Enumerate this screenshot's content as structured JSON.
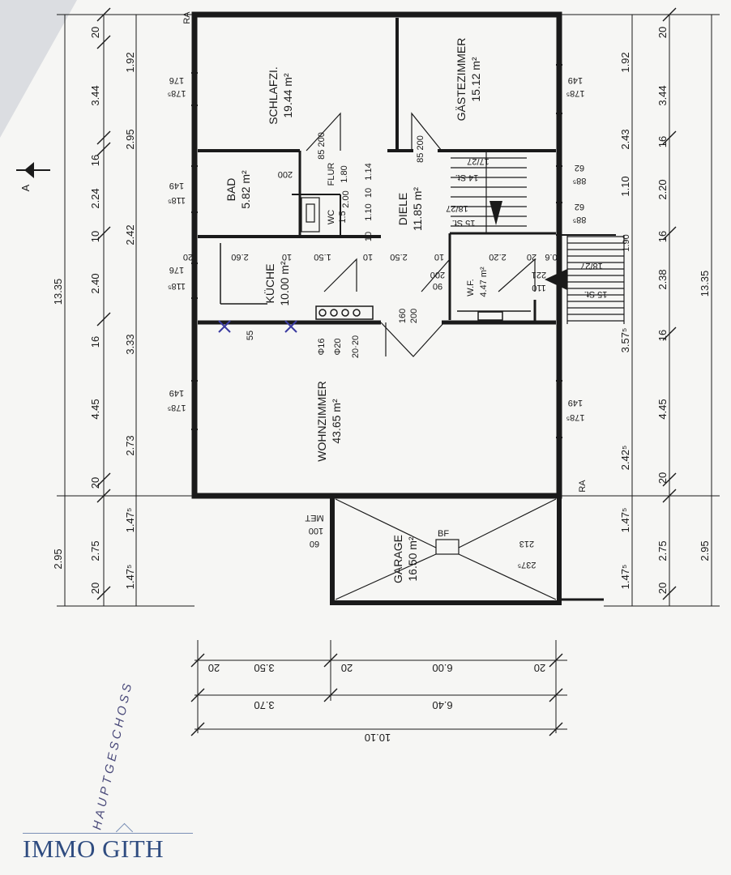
{
  "rooms": {
    "schlafzi": {
      "name": "SCHLAFZI.",
      "area": "19.44 m²"
    },
    "gaestezimmer": {
      "name": "GÄSTEZIMMER",
      "area": "15.12 m²"
    },
    "bad": {
      "name": "BAD",
      "area": "5.82 m²"
    },
    "wc": {
      "name": "WC",
      "area": "1.5"
    },
    "flur": {
      "name": "FLUR",
      "area": "1.80"
    },
    "diele": {
      "name": "DIELE",
      "area": "11.85 m²"
    },
    "kueche": {
      "name": "KÜCHE",
      "area": "10.00 m²"
    },
    "wf": {
      "name": "W.F.",
      "area": "4.47 m²"
    },
    "wohnzimmer": {
      "name": "WOHNZIMMER",
      "area": "43.65 m²"
    },
    "garage": {
      "name": "GARAGE",
      "area": "16.50 m²"
    }
  },
  "markers": {
    "ra_top": "RA",
    "ra_right": "RA",
    "section_a": "A",
    "bf": "BF",
    "met": "MET"
  },
  "left_dims": [
    "20",
    "1.92",
    "3.44",
    "2.95",
    "16",
    "2.24",
    "10",
    "2.42",
    "2.40",
    "16",
    "3.33",
    "4.45",
    "2.73",
    "20",
    "1.47⁵",
    "2.75",
    "1.47⁵",
    "20"
  ],
  "left_totals": {
    "main": "13.35",
    "garage": "2.95"
  },
  "right_dims": [
    "20",
    "1.92",
    "3.44",
    "2.43",
    "16",
    "2.20",
    "1.10",
    "16",
    "1.90",
    "2.38",
    "16",
    "3.57⁵",
    "4.45",
    "2.42⁵",
    "20",
    "1.47⁵",
    "2.75",
    "1.47⁵",
    "20"
  ],
  "right_totals": {
    "main": "13.35",
    "garage": "2.95"
  },
  "window_dims": {
    "l1a": "176",
    "l1b": "178⁵",
    "l2a": "149",
    "l2b": "118⁵",
    "l3a": "176",
    "l3b": "118⁵",
    "l4a": "149",
    "l4b": "178⁵",
    "r1a": "149",
    "r1b": "178⁵",
    "r2a": "149",
    "r2b": "178⁵",
    "r3a": "62",
    "r3b": "88⁵",
    "r4a": "62",
    "r4b": "88⁵"
  },
  "door_dims": {
    "flur": "85 200",
    "diele": "85 200",
    "bad_door": "200",
    "diele_wc": "2.00",
    "wf_door": "200",
    "wf_lower": "90",
    "diele_bottom_a": "160",
    "diele_bottom_b": "200",
    "garage_a": "100",
    "garage_b": "60",
    "garage_r1": "213",
    "garage_r2": "237⁵",
    "stair_a": "221",
    "stair_b": "110",
    "kueche_small": "55"
  },
  "stairs": {
    "upper": "14 St.",
    "upper_b": "17/27",
    "lower": "15 St.",
    "lower_b": "18/27",
    "right": "15 St.",
    "right_b": "18/27"
  },
  "interior_dims": {
    "row": [
      "20",
      "2.60",
      "10",
      "1.50",
      "10",
      "2.50",
      "10",
      "2.20",
      "20",
      "0.6"
    ],
    "diele_v": [
      "10",
      "1.10",
      "10",
      "1.14"
    ]
  },
  "kitchen": {
    "pipe1": "Φ16",
    "pipe2": "Φ20",
    "pipe3": "20·20"
  },
  "bottom_dims": {
    "row1": [
      "20",
      "3.50",
      "20",
      "6.00",
      "20"
    ],
    "row2": [
      "3.70",
      "6.40"
    ],
    "row3": "10.10"
  },
  "floor_label": "HAUPTGESCHOSS",
  "logo": "IMMO GITH"
}
